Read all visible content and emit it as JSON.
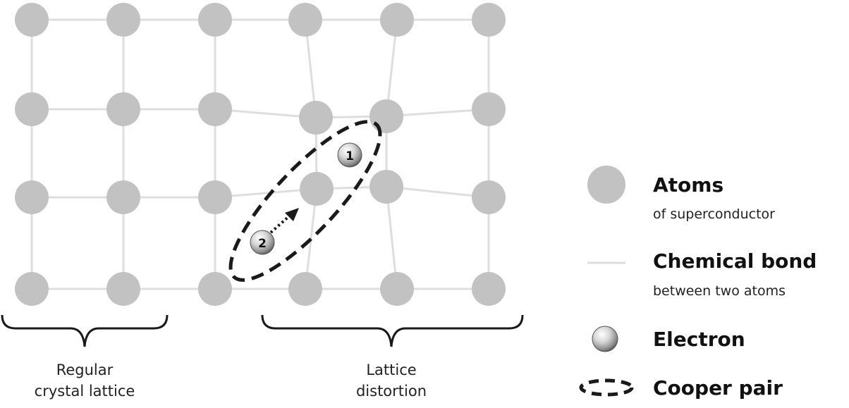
{
  "labels": {
    "regular_line1": "Regular",
    "regular_line2": "crystal lattice",
    "distortion_line1": "Lattice",
    "distortion_line2": "distortion"
  },
  "electrons": {
    "e1": "1",
    "e2": "2"
  },
  "legend": {
    "atoms_title": "Atoms",
    "atoms_sub": "of superconductor",
    "bond_title": "Chemical bond",
    "bond_sub": "between two atoms",
    "electron_title": "Electron",
    "cooper_title": "Cooper pair"
  },
  "colors": {
    "atom": "#c2c2c2",
    "bond": "#dedede",
    "outline": "#1a1a1a"
  }
}
